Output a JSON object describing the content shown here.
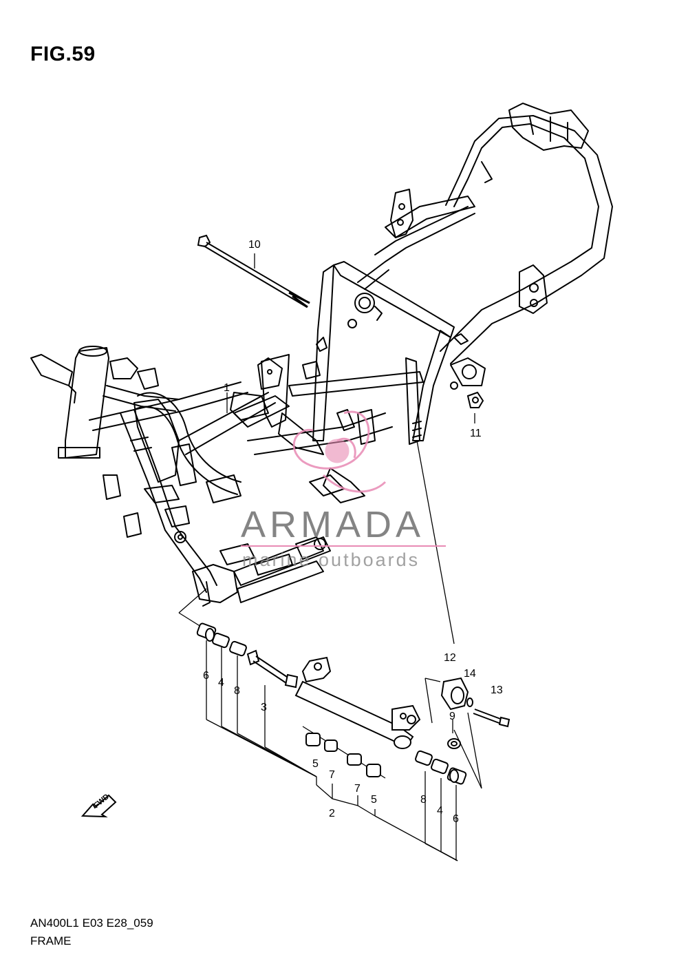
{
  "figure": {
    "title": "FIG.59",
    "code": "AN400L1 E03 E28_059",
    "name": "FRAME"
  },
  "watermark": {
    "brand": "ARMADA",
    "tagline": "marine outboards",
    "accent_color": "#e88ab4"
  },
  "fwd_label": "FWD",
  "callouts": {
    "c1": "1",
    "c2": "2",
    "c3": "3",
    "c4a": "4",
    "c4b": "4",
    "c5a": "5",
    "c5b": "5",
    "c6a": "6",
    "c6b": "6",
    "c7a": "7",
    "c7b": "7",
    "c8a": "8",
    "c8b": "8",
    "c9": "9",
    "c10": "10",
    "c11": "11",
    "c12": "12",
    "c13": "13",
    "c14": "14"
  }
}
